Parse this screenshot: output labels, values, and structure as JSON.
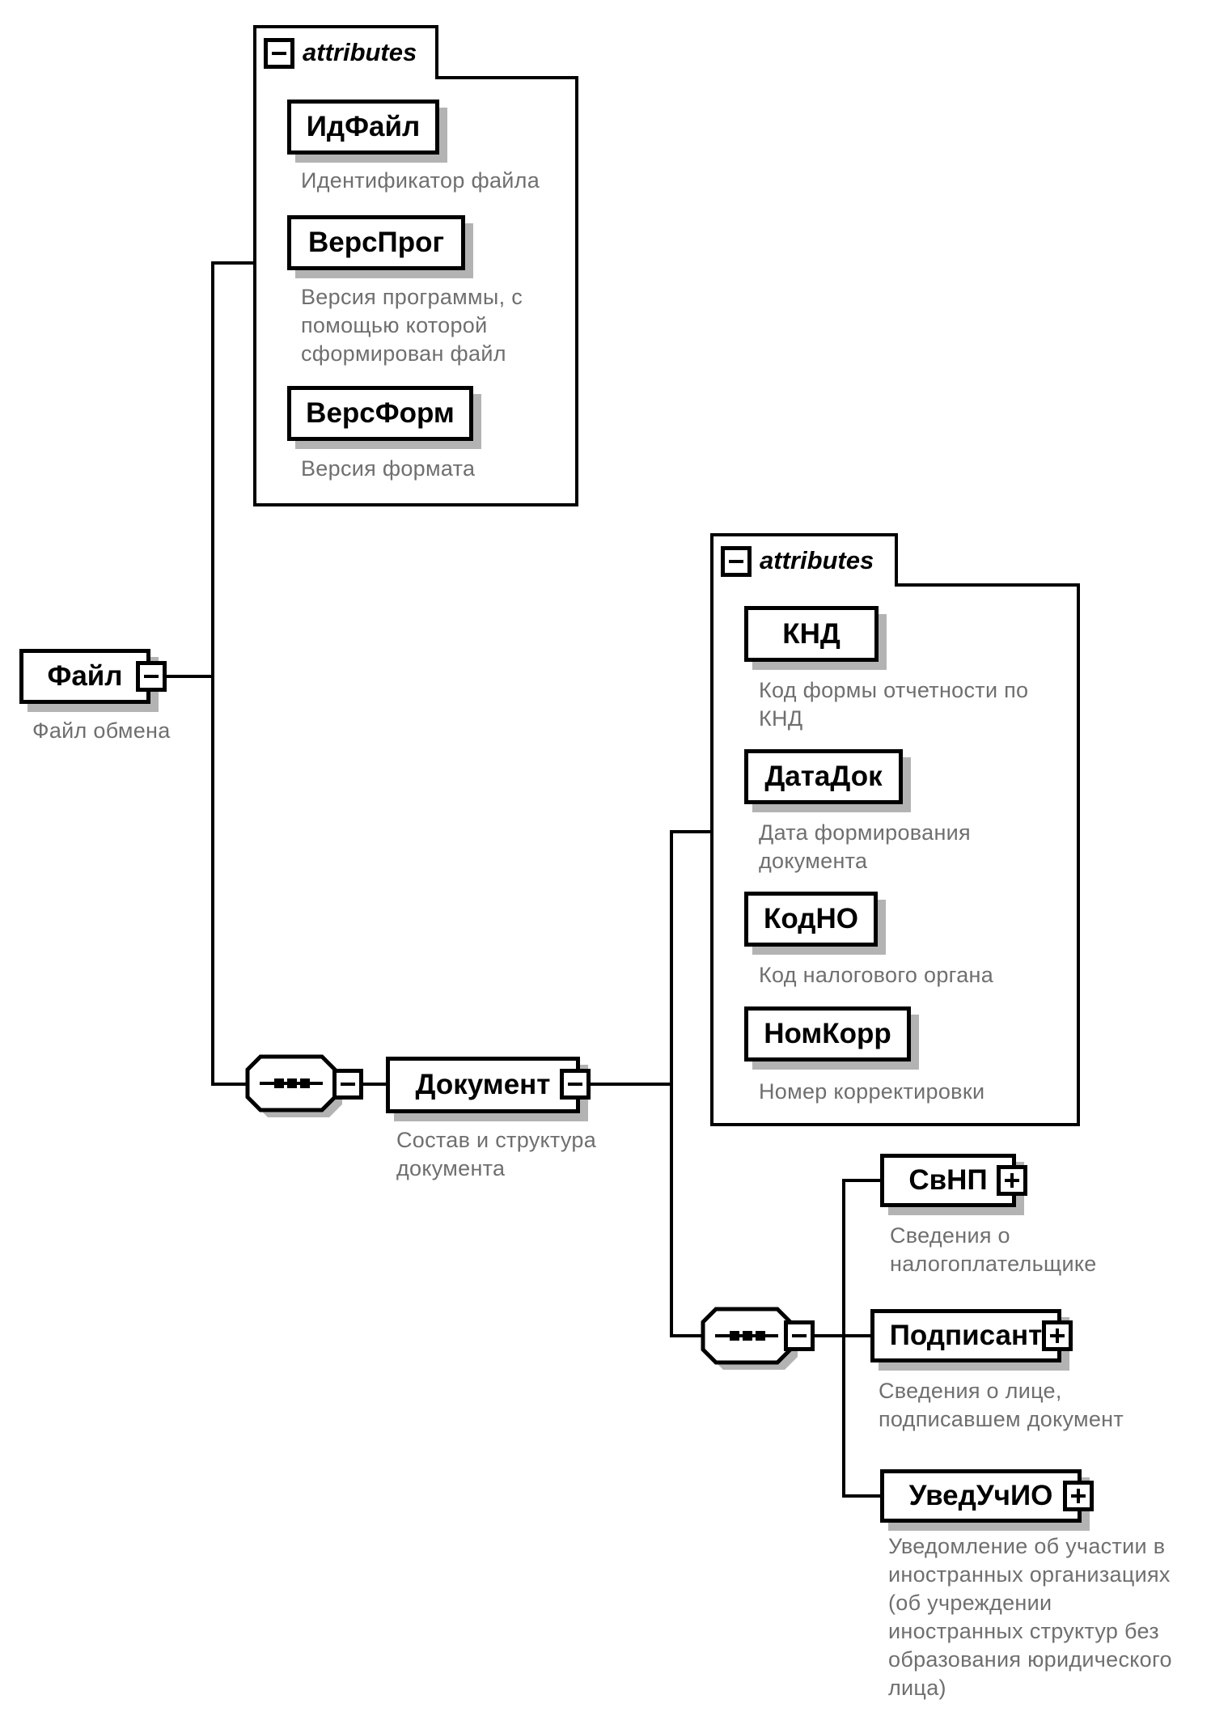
{
  "icons": {
    "collapse": "minus",
    "expand": "plus",
    "compositor": "sequence"
  },
  "file": {
    "label": "Файл",
    "annotation": [
      "Файл обмена"
    ]
  },
  "file_attributes": {
    "header": "attributes",
    "items": [
      {
        "name": "ИдФайл",
        "desc": [
          "Идентификатор файла"
        ]
      },
      {
        "name": "ВерсПрог",
        "desc": [
          "Версия программы, с",
          "помощью которой",
          "сформирован файл"
        ]
      },
      {
        "name": "ВерсФорм",
        "desc": [
          "Версия формата"
        ]
      }
    ]
  },
  "document": {
    "label": "Документ",
    "annotation": [
      "Состав и структура",
      "документа"
    ]
  },
  "document_attributes": {
    "header": "attributes",
    "items": [
      {
        "name": "КНД",
        "desc": [
          "Код формы отчетности по",
          "КНД"
        ]
      },
      {
        "name": "ДатаДок",
        "desc": [
          "Дата формирования",
          "документа"
        ]
      },
      {
        "name": "КодНО",
        "desc": [
          "Код налогового органа"
        ]
      },
      {
        "name": "НомКорр",
        "desc": [
          "Номер корректировки"
        ]
      }
    ]
  },
  "document_children": [
    {
      "name": "СвНП",
      "desc": [
        "Сведения о",
        "налогоплательщике"
      ]
    },
    {
      "name": "Подписант",
      "desc": [
        "Сведения о лице,",
        "подписавшем документ"
      ]
    },
    {
      "name": "УведУчИО",
      "desc": [
        "Уведомление об участии в",
        "иностранных организациях",
        "(об учреждении",
        "иностранных структур без",
        "образования юридического",
        "лица)"
      ]
    }
  ]
}
